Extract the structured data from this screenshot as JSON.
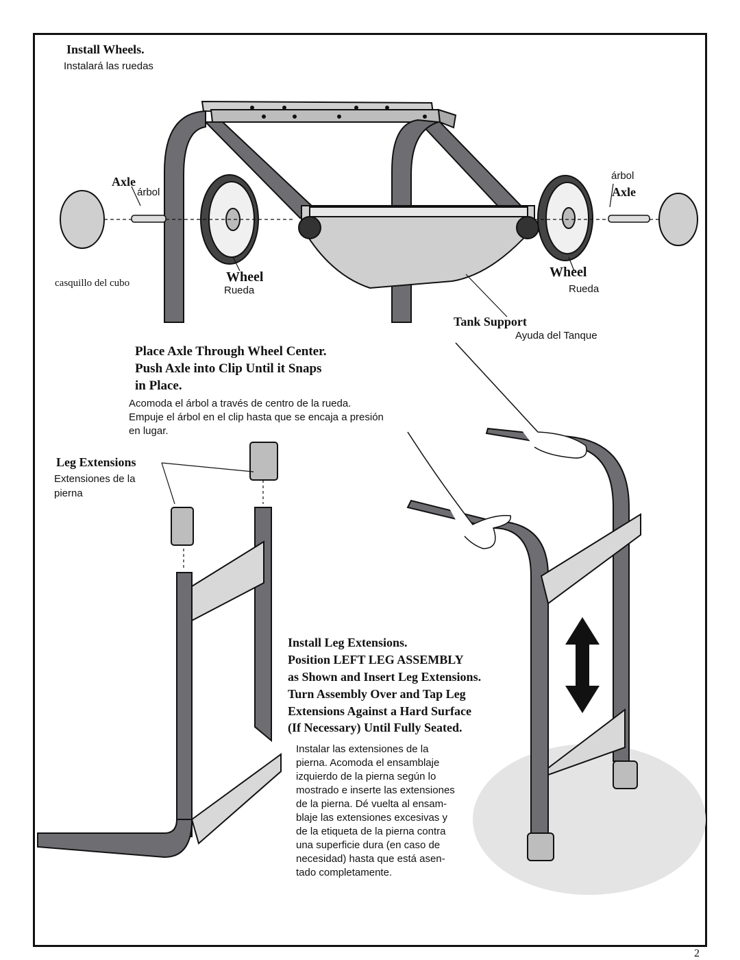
{
  "section_wheels": {
    "title": "Install Wheels.",
    "title_es": "Instalará las ruedas"
  },
  "labels": {
    "axle_left": "Axle",
    "arbol_left": "árbol",
    "hubcap_es": "casquillo del cubo",
    "wheel_left": "Wheel",
    "rueda_left": "Rueda",
    "arbol_right": "árbol",
    "axle_right": "Axle",
    "wheel_right": "Wheel",
    "rueda_right": "Rueda",
    "tank_support": "Tank Support",
    "tank_support_es": "Ayuda del Tanque"
  },
  "step_axle": {
    "line1": "Place Axle Through Wheel Center.",
    "line2": "Push Axle into Clip Until it Snaps",
    "line3": "in Place.",
    "es": "Acomoda el árbol a través de centro de la rueda. Empuje el árbol en el clip hasta que se encaja a presión en lugar."
  },
  "leg_ext": {
    "title": "Leg Extensions",
    "title_es_1": "Extensiones de la",
    "title_es_2": "pierna"
  },
  "step_legs": {
    "line1": "Install Leg Extensions.",
    "line2": "Position LEFT LEG ASSEMBLY",
    "line3": "as Shown and Insert Leg Extensions.",
    "line4": "Turn Assembly Over and Tap Leg",
    "line5": "Extensions Against a Hard Surface",
    "line6": "(If Necessary) Until Fully Seated.",
    "es": [
      "Instalar las extensiones de la",
      "pierna. Acomoda el ensamblaje",
      "izquierdo de la pierna según lo",
      "mostrado e inserte las extensiones",
      "de la pierna.  Dé vuelta al ensam-",
      "blaje las extensiones excesivas y",
      "de la etiqueta de la pierna contra",
      "una superficie dura (en caso de",
      "necesidad) hasta que está asen-",
      "tado completamente."
    ]
  },
  "page_number": "2",
  "colors": {
    "tube": "#6e6e72",
    "tube_light": "#9a9aa0",
    "bracket": "#d8d8d8",
    "floor": "#e4e4e4"
  }
}
